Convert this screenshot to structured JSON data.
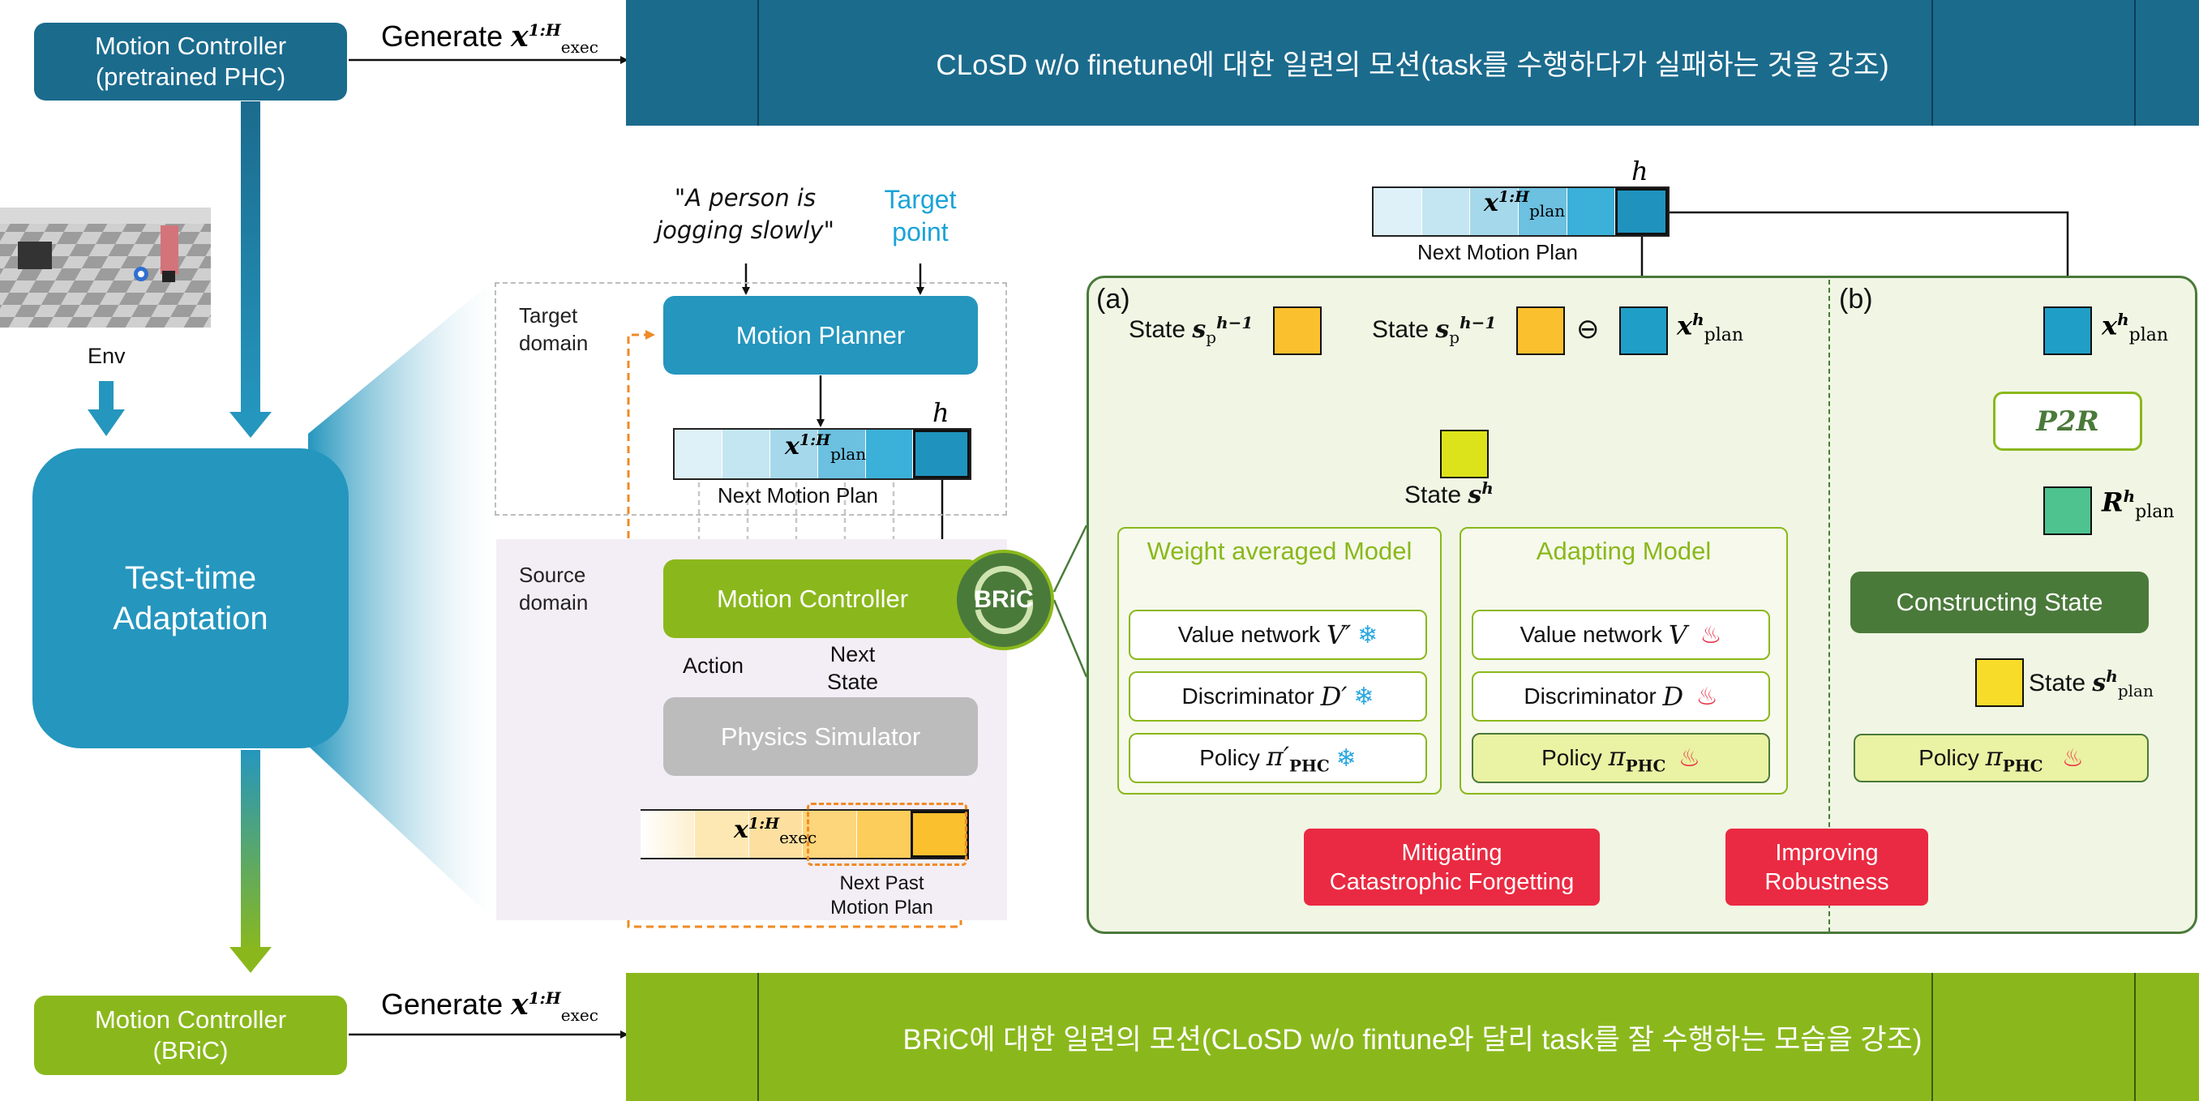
{
  "top": {
    "controller_line1": "Motion Controller",
    "controller_line2": "(pretrained PHC)",
    "generate_label": "Generate",
    "banner_text": "CLoSD w/o finetune에 대한 일련의 모션(task를 수행하다가 실패하는 것을 강조)"
  },
  "left": {
    "env_label": "Env",
    "tta_line1": "Test-time",
    "tta_line2": "Adaptation"
  },
  "bottom": {
    "controller_line1": "Motion Controller",
    "controller_line2": "(BRiC)",
    "generate_label": "Generate",
    "banner_text": "BRiC에 대한 일련의 모션(CLoSD w/o fintune와 달리 task를 잘 수행하는 모습을 강조)"
  },
  "middle": {
    "prompt_line1": "\"A person is",
    "prompt_line2": "jogging slowly\"",
    "target_line1": "Target",
    "target_line2": "point",
    "target_domain_line1": "Target",
    "target_domain_line2": "domain",
    "source_domain_line1": "Source",
    "source_domain_line2": "domain",
    "motion_planner": "Motion Planner",
    "next_motion_plan": "Next Motion Plan",
    "motion_controller": "Motion Controller",
    "bric_badge": "BRiC",
    "action": "Action",
    "next_state_line1": "Next",
    "next_state_line2": "State",
    "physics_simulator": "Physics Simulator",
    "next_past_line1": "Next Past",
    "next_past_line2": "Motion Plan"
  },
  "right": {
    "next_motion_plan": "Next Motion Plan",
    "panel_a": "(a)",
    "panel_b": "(b)",
    "state_word": "State",
    "weight_averaged_model": "Weight averaged Model",
    "adapting_model": "Adapting Model",
    "value_network": "Value network",
    "discriminator": "Discriminator",
    "policy": "Policy",
    "p2r": "P2R",
    "constructing_state": "Constructing State",
    "mitigating_line1": "Mitigating",
    "mitigating_line2": "Catastrophic Forgetting",
    "improving_line1": "Improving",
    "improving_line2": "Robustness"
  },
  "colors": {
    "dark_blue": "#1b6b8d",
    "blue": "#2596be",
    "green": "#8ab81c",
    "dark_green": "#4a7a3a",
    "red": "#ea2a42",
    "orange": "#fbc02d",
    "light_panel": "#f1f6e4"
  }
}
